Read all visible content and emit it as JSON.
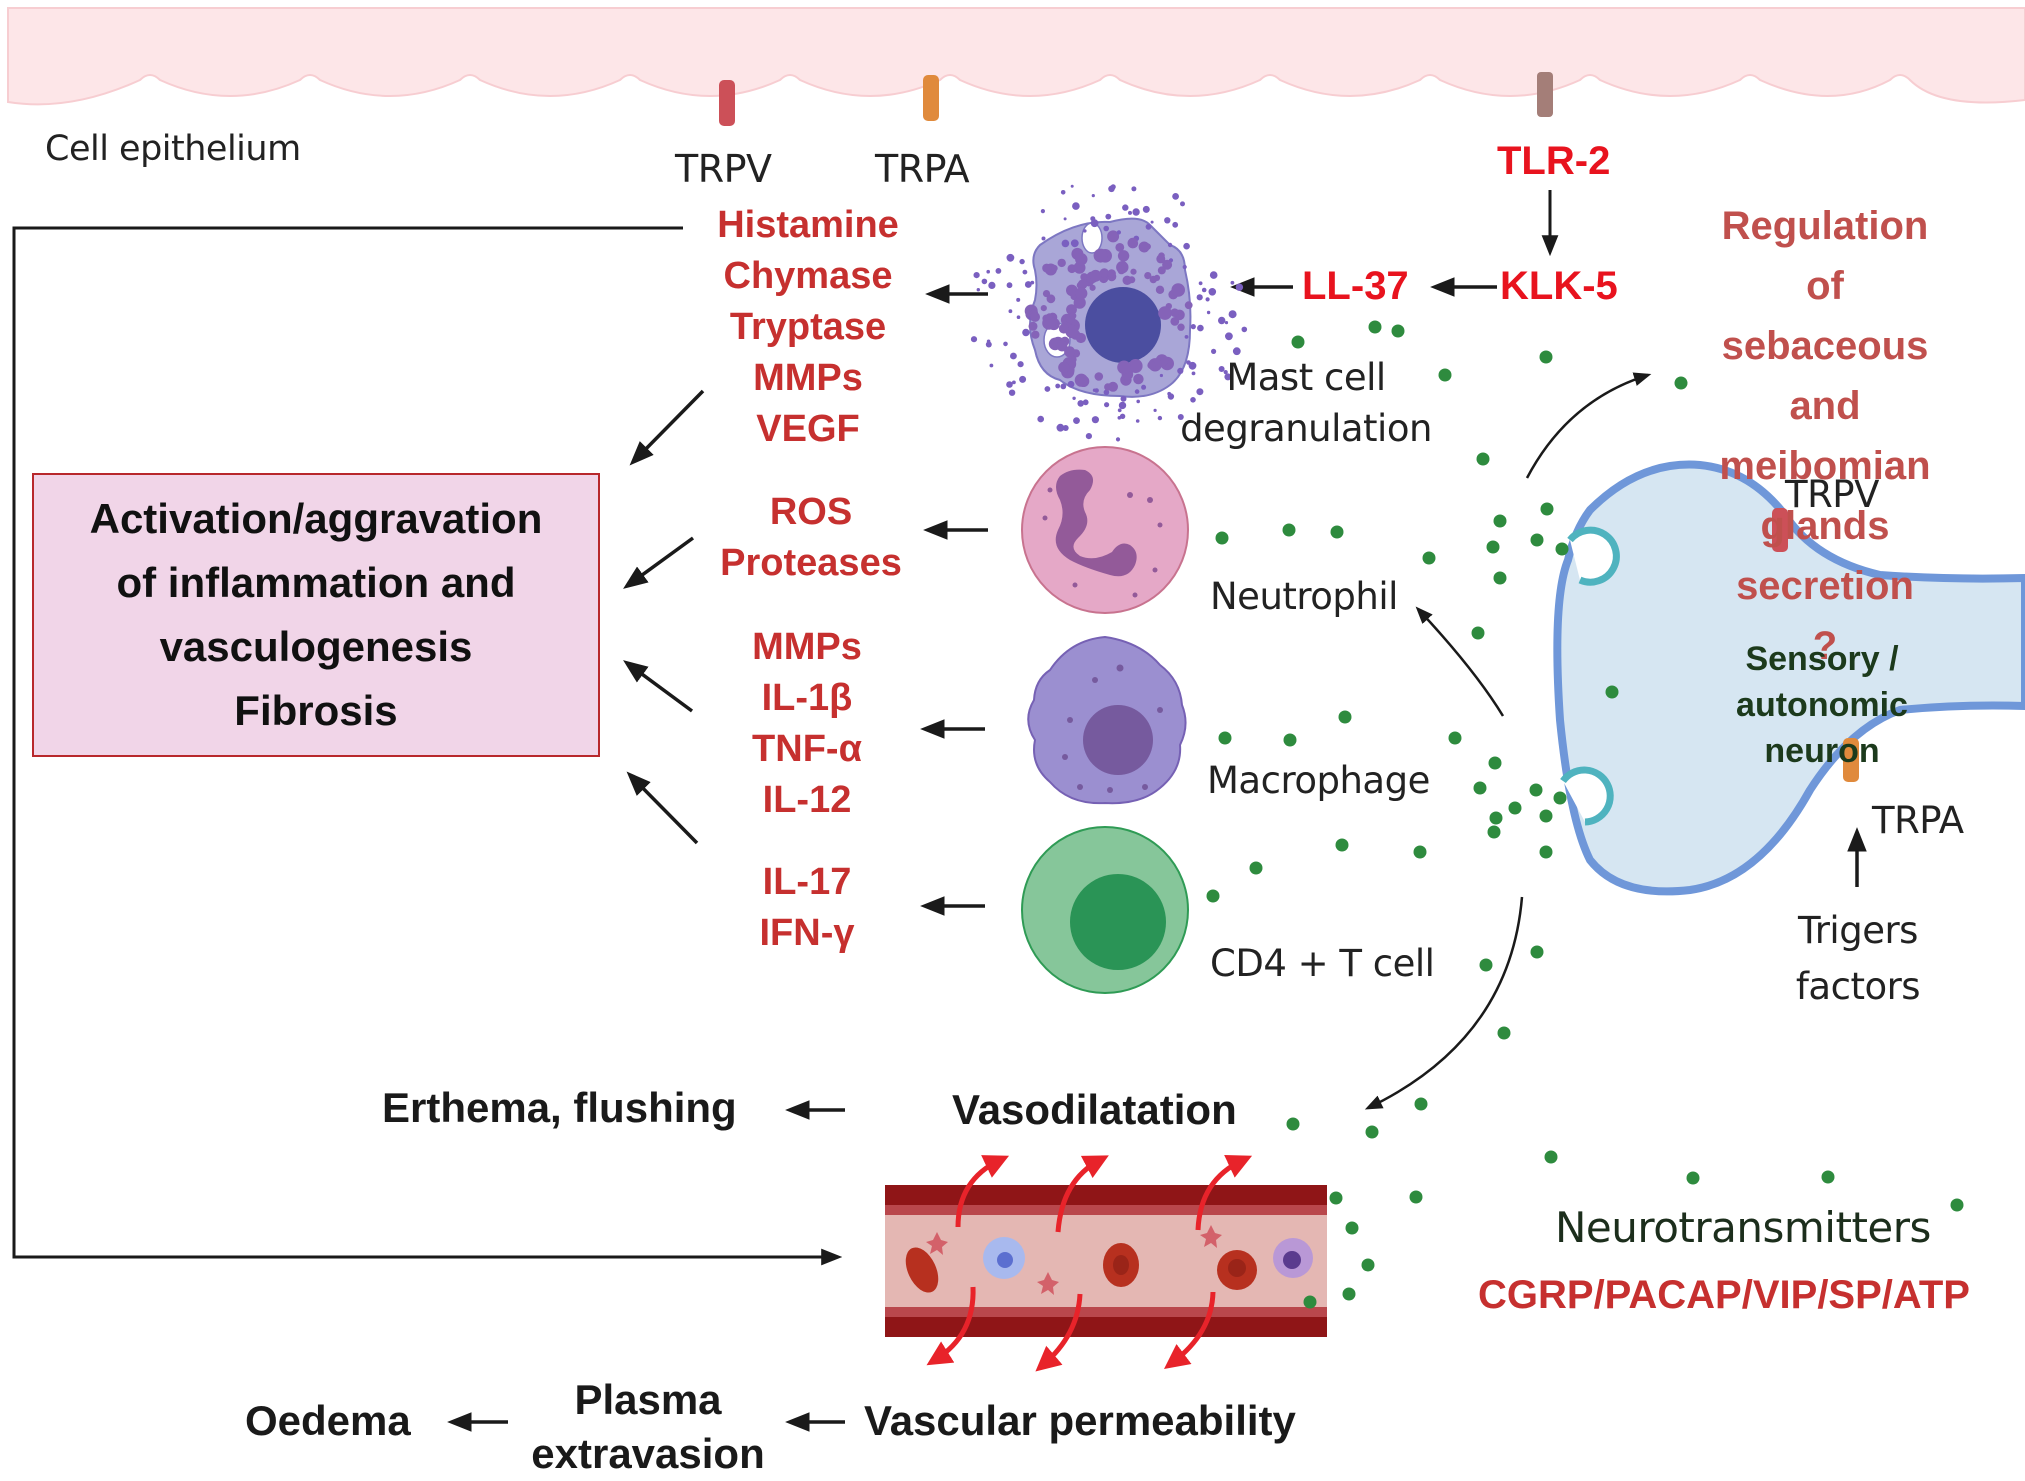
{
  "epithelium": {
    "label": "Cell epithelium",
    "receptors": [
      {
        "name": "TRPV",
        "color": "#cc5058"
      },
      {
        "name": "TRPA",
        "color": "#e08a3c"
      },
      {
        "name": "TLR-2",
        "color": "#a47e78"
      }
    ]
  },
  "pathway": {
    "tlr2": "TLR-2",
    "klk5": "KLK-5",
    "ll37": "LL-37"
  },
  "gland_question": [
    "Regulation of",
    "sebaceous and",
    "meibomian glands",
    "secretion ?"
  ],
  "cells": [
    {
      "id": "mast-cell",
      "label_lines": [
        "Mast cell",
        "degranulation"
      ],
      "mediators": [
        "Histamine",
        "Chymase",
        "Tryptase",
        "MMPs",
        "VEGF"
      ]
    },
    {
      "id": "neutrophil",
      "label_lines": [
        "Neutrophil"
      ],
      "mediators": [
        "ROS",
        "Proteases"
      ]
    },
    {
      "id": "macrophage",
      "label_lines": [
        "Macrophage"
      ],
      "mediators": [
        "MMPs",
        "IL-1β",
        "TNF-α",
        "IL-12"
      ]
    },
    {
      "id": "t-cell",
      "label_lines": [
        "CD4 + T cell"
      ],
      "mediators": [
        "IL-17",
        "IFN-γ"
      ]
    }
  ],
  "outcome_box": [
    "Activation/aggravation",
    "of inflammation and",
    "vasculogenesis",
    "Fibrosis"
  ],
  "neuron": {
    "label_lines": [
      "Sensory / autonomic",
      "neuron"
    ],
    "channels": [
      {
        "name": "TRPV",
        "color": "#cc5058"
      },
      {
        "name": "TRPA",
        "color": "#e08a3c"
      }
    ],
    "triggers_lines": [
      "Trigers",
      "factors"
    ]
  },
  "neurotransmitters": {
    "title": "Neurotransmitters",
    "list": "CGRP/PACAP/VIP/SP/ATP"
  },
  "vascular": {
    "vasodilatation": "Vasodilatation",
    "erythema": "Erthema, flushing",
    "permeability": "Vascular permeability",
    "plasma_lines": [
      "Plasma",
      "extravasion"
    ],
    "oedema": "Oedema"
  },
  "colors": {
    "mediator_red": "#c6302f",
    "pathway_red": "#e8131e",
    "gland_red": "#c0504d",
    "neurotransmitter_green": "#2e8b3e",
    "epithelium_pink": "#fde6e8",
    "box_fill": "#f1d5e8",
    "neuron_fill": "#d6e6f2",
    "neuron_stroke": "#6f97d9"
  }
}
